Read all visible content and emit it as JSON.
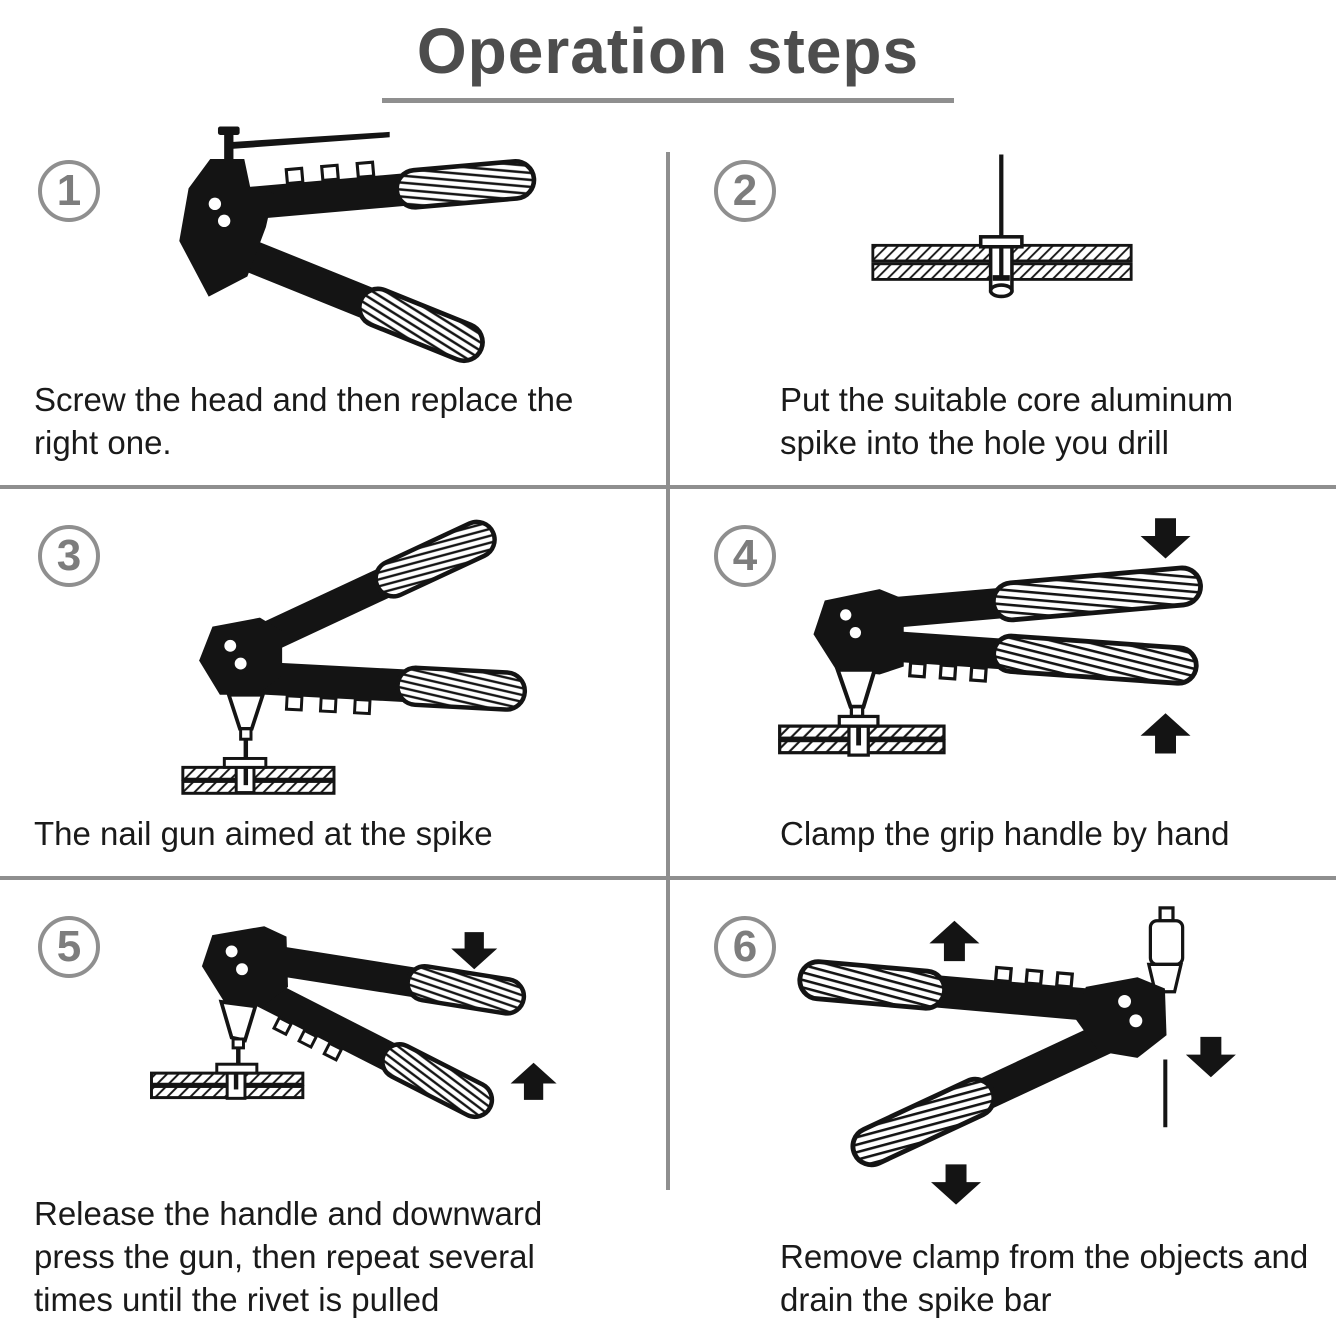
{
  "title": "Operation steps",
  "steps": [
    {
      "number": "1",
      "caption": "Screw the head and then replace the right one.",
      "illustration": "rivet-gun-handles-open-nosepiece-up"
    },
    {
      "number": "2",
      "caption": "Put the suitable core aluminum spike into the hole you drill",
      "illustration": "rivet-with-mandrel-inserted-through-drilled-plates"
    },
    {
      "number": "3",
      "caption": "The nail gun aimed at the spike",
      "illustration": "rivet-gun-nose-down-aimed-at-rivet"
    },
    {
      "number": "4",
      "caption": "Clamp the grip handle by hand",
      "illustration": "rivet-gun-handles-squeezed-with-arrows"
    },
    {
      "number": "5",
      "caption": "Release the handle and downward press the gun, then repeat several times until the rivet is pulled",
      "illustration": "rivet-gun-handles-released-with-arrows"
    },
    {
      "number": "6",
      "caption": "Remove clamp from the objects and drain the spike bar",
      "illustration": "rivet-gun-tilted-spent-spike-draining-with-arrows"
    }
  ],
  "colors": {
    "ink": "#141414",
    "caption": "#1a1a1a",
    "title": "#4d4d4d",
    "gray": "#8f8f8f"
  }
}
